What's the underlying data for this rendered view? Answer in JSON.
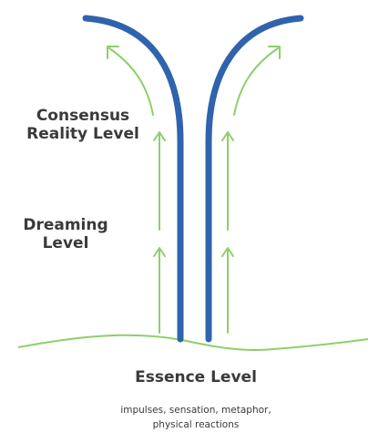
{
  "colors": {
    "stream": "#2f63ad",
    "arrow": "#8dcf6a",
    "ground": "#8dcf6a",
    "text": "#3a3a3a"
  },
  "labels": {
    "consensus_line1": "Consensus",
    "consensus_line2": "Reality Level",
    "dreaming_line1": "Dreaming",
    "dreaming_line2": "Level",
    "essence": "Essence Level",
    "essence_sub_line1": "impulses, sensation, metaphor,",
    "essence_sub_line2": "physical reactions"
  },
  "icons": [
    "up-arrow-icon"
  ]
}
